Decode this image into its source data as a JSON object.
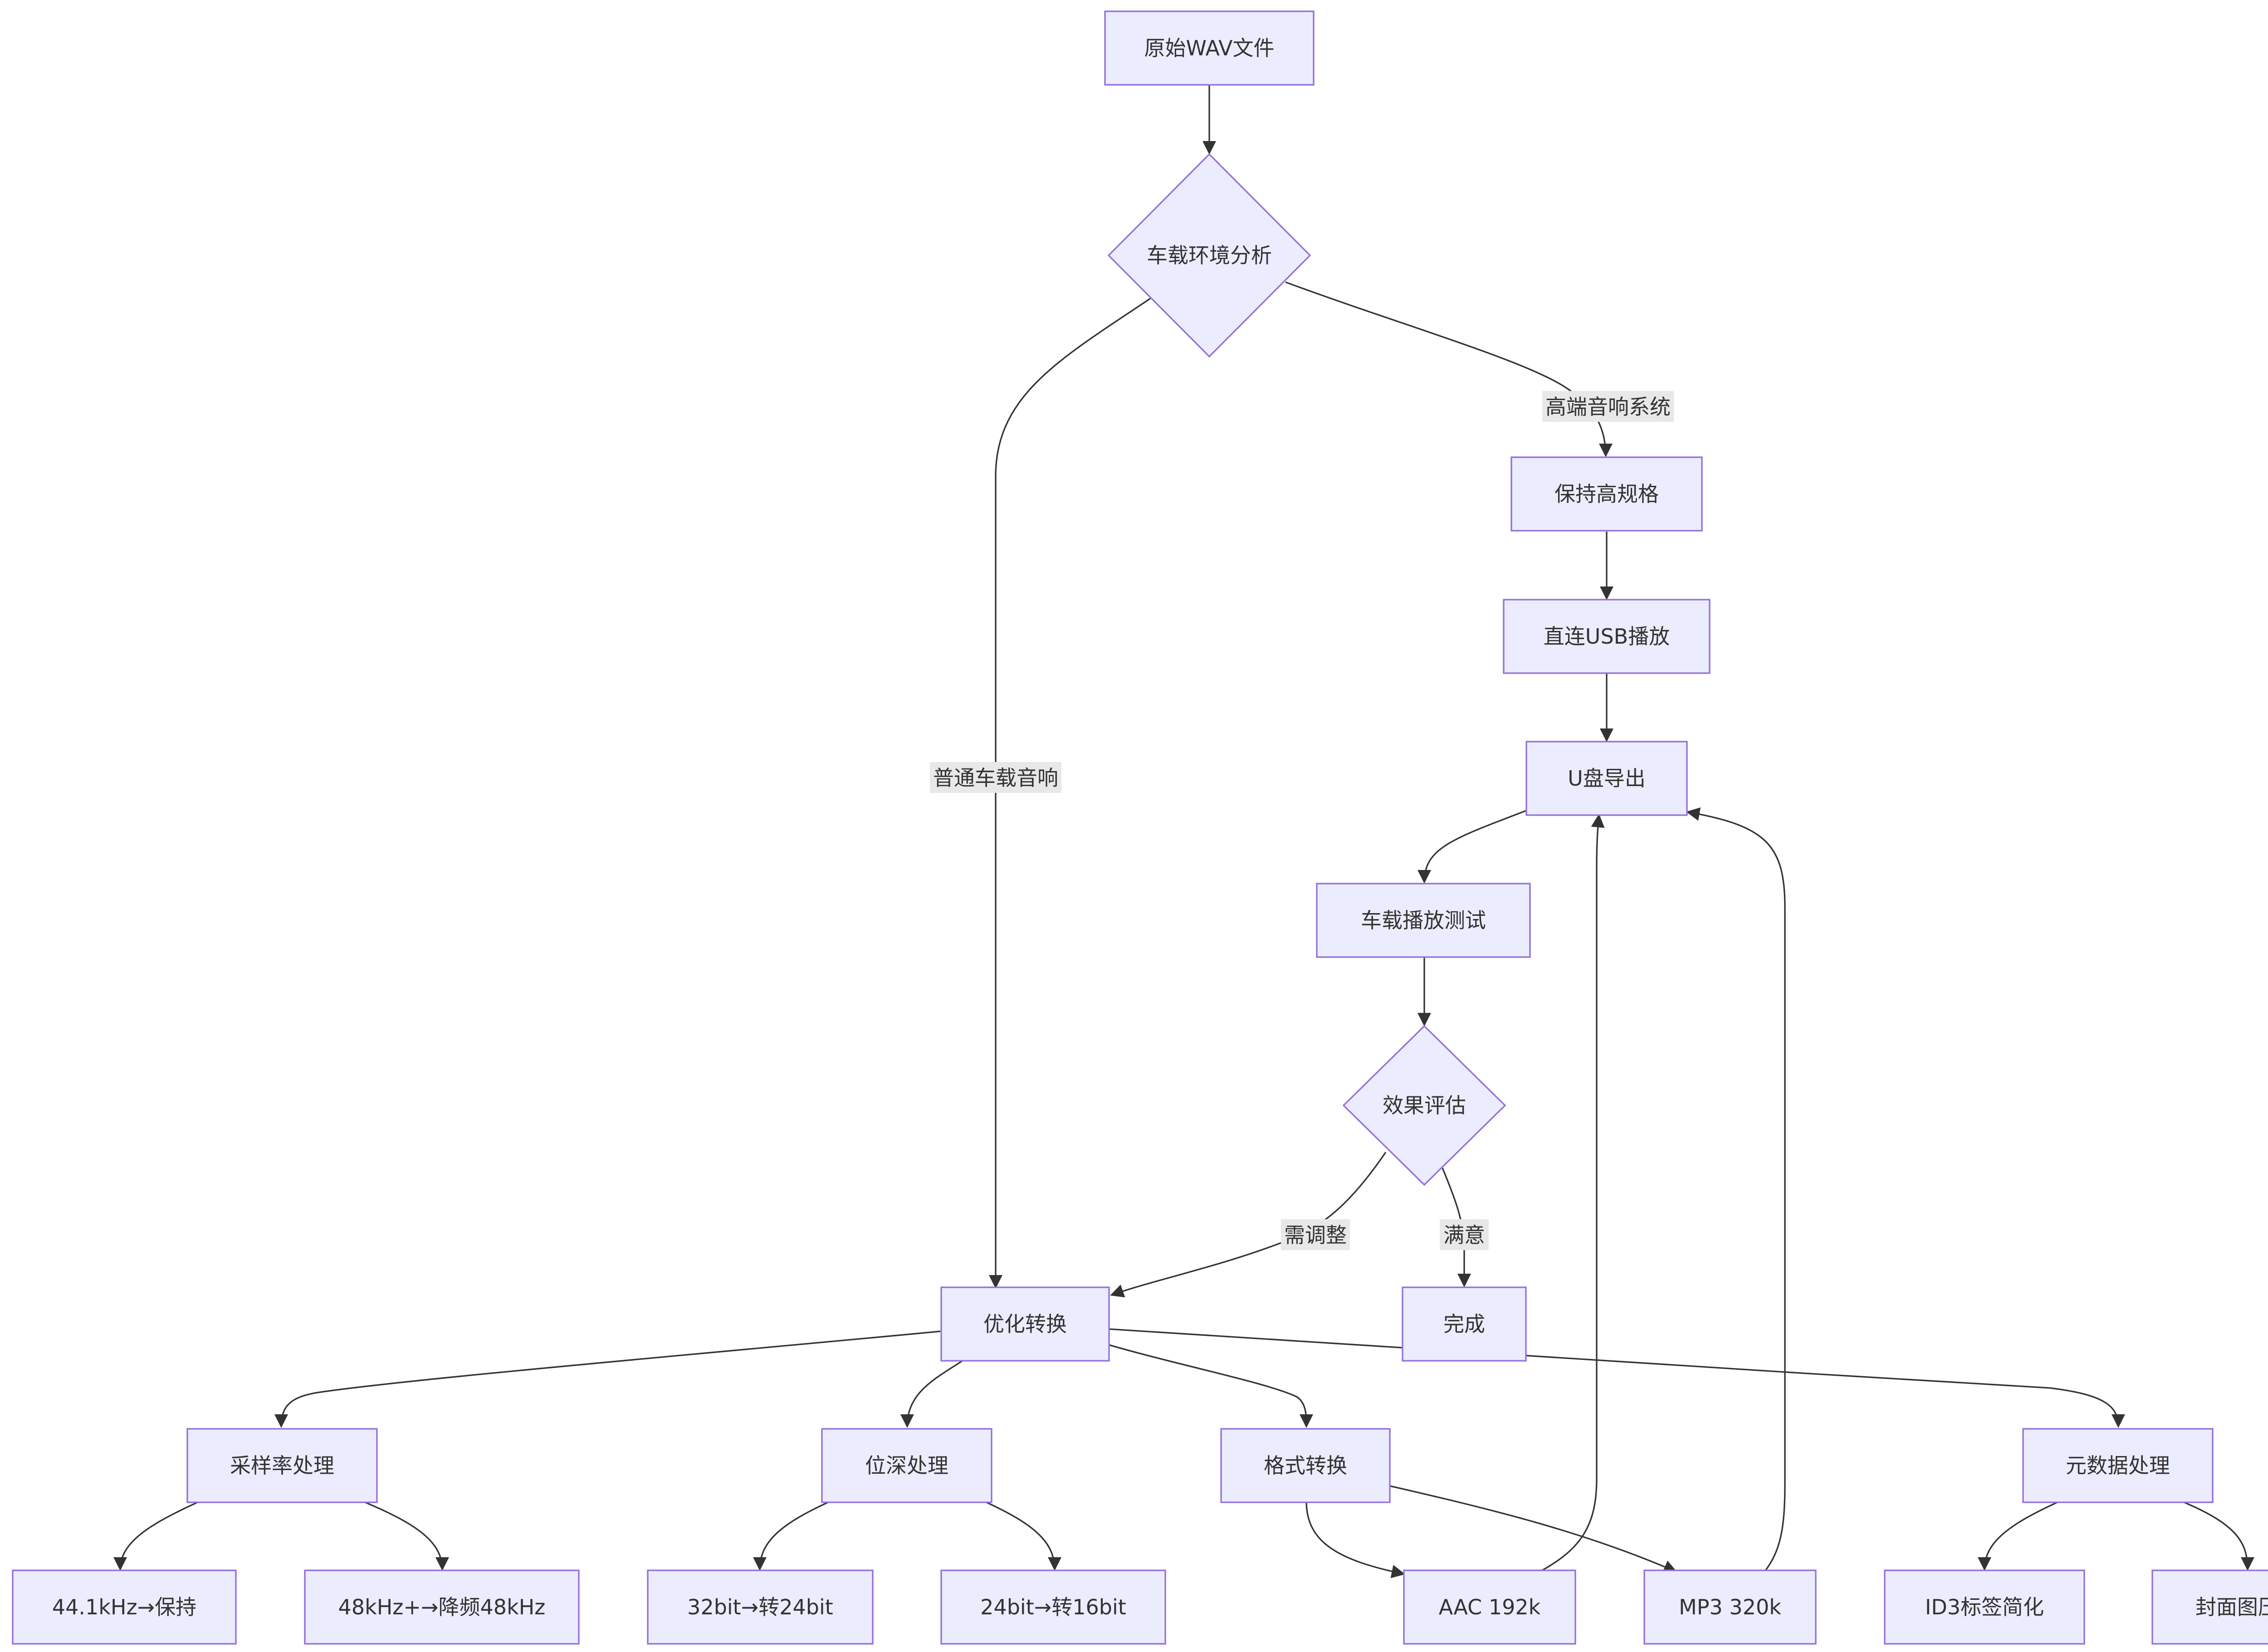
{
  "diagram": {
    "type": "flowchart",
    "node_style": {
      "fill": "#ECECFF",
      "stroke": "#9370DB",
      "text": "#333333"
    },
    "edge_style": {
      "stroke": "#333333",
      "label_bg": "#e8e8e8"
    },
    "nodes": {
      "wav": "原始WAV文件",
      "analyze": "车载环境分析",
      "keep_spec": "保持高规格",
      "usb": "直连USB播放",
      "export": "U盘导出",
      "test": "车载播放测试",
      "evaluate": "效果评估",
      "optimize": "优化转换",
      "done": "完成",
      "sample_rate": "采样率处理",
      "bit_depth": "位深处理",
      "format": "格式转换",
      "metadata": "元数据处理",
      "sr_44": "44.1kHz→保持",
      "sr_48": "48kHz+→降频48kHz",
      "bd_32": "32bit→转24bit",
      "bd_24": "24bit→转16bit",
      "aac": "AAC 192k",
      "mp3": "MP3 320k",
      "id3": "ID3标签简化",
      "cover": "封面图压缩"
    },
    "edge_labels": {
      "hifi": "高端音响系统",
      "normal": "普通车载音响",
      "adjust": "需调整",
      "satisfied": "满意"
    }
  }
}
